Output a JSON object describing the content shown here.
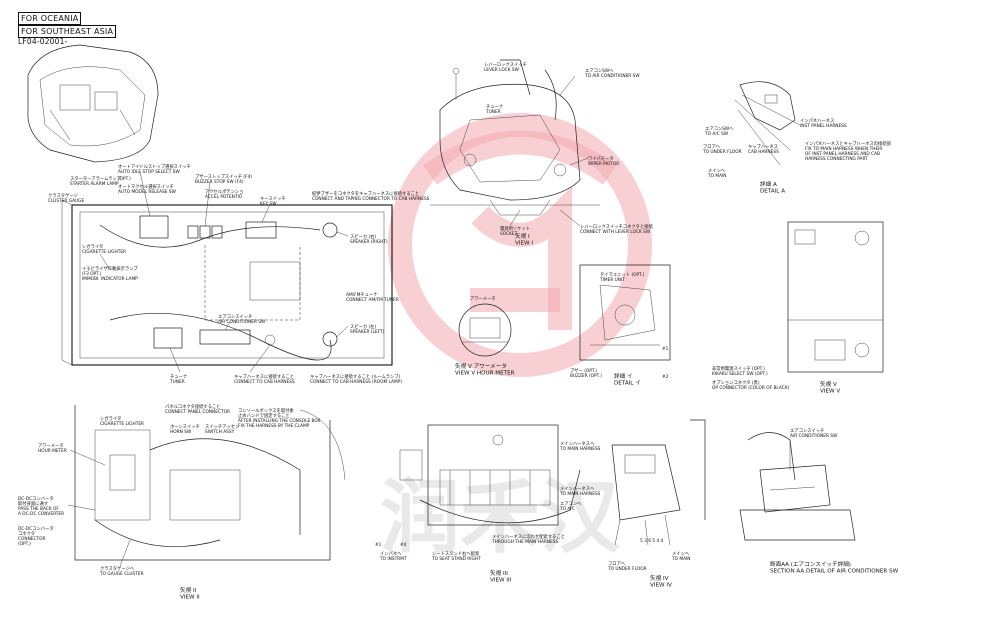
{
  "header": {
    "region_1": "FOR OCEANIA",
    "region_2": "FOR SOUTHEAST ASIA",
    "serial": "LF04-02001-"
  },
  "main_panel": {
    "starter_alarm_lamp": "スターターアラームランプ\nSTARTER ALARM LAMP",
    "auto_idle_switch": "オートアイドルストップ選択スイッチ\nAUTO IDLE STOP SELECT SW",
    "opt_1": "(OPT.)",
    "buzzer_stop_switch": "ブザーストップスイッチ (F4)\nBUZZER STOP SW (F4)",
    "auto_model_switch": "オートマクセル選択スイッチ\nAUTO MODEL RELEASE SW",
    "accel_potentio": "アクセルポテンショ\nACCEL POTENTIO",
    "key_switch": "キースイッチ\nKEY SW",
    "cluster_gauge": "クラスタゲージ\nCLUSTER GAUGE",
    "cigarette_lighter": "シガライタ\nCIGARETTE LIGHTER",
    "immobilizer_lamp": "イモビライザ作動表示ランプ\n(F3 OPT.)\nIMMOBI. INDICATOR LAMP",
    "speaker_right": "スピーカ (右)\nSPEAKER (RIGHT)",
    "speaker_left": "スピーカ (左)\nSPEAKER (LEFT)",
    "am_fm_tuner": "AM/FMチューナ\nCONNECT AM/FM TUNER",
    "aircon_switch": "エアコンスイッチ\nAIR CONDITIONER SW",
    "tuner": "チューナ\nTUNER",
    "connect_cab_harness": "キャブハーネスに接続すること\nCONNECT TO CAB HARNESS",
    "connect_roof_lamp": "キャブハーネスに接続すること (ルームランプ)\nCONNECT TO CAB HARNESS (ROOM LAMP)",
    "connect_taping": "紀伊ブザーをコネクタをキャブハーネスに接続すること\nCONNECT AND TAPING CONNECTOR TO CAB HARNESS"
  },
  "view_1": {
    "lever_lock_switch": "レバーロックスイッチ\nLEVER LOCK SW",
    "to_aircon_sw": "エアコンSWへ\nTO AIR CONDITIONER SW",
    "tuner": "チューナ\nTUNER",
    "wiper_motor": "ワイパモータ\nWIPER MOTOR",
    "socket": "電源用ソケット\nSOCKET",
    "connect_lever_lock": "レバーロックスイッチコネクタと接続\nCONNECT WITH LEVER LOCK SW",
    "caption": "矢視 I\nVIEW I"
  },
  "detail_a": {
    "aircon_sw": "エアコンSWへ\nTO A/C SW",
    "inst_panel_harness": "インパネハーネス\nINST PANEL HARNESS",
    "to_under_floor": "フロアへ\nTO UNDER FLOOR",
    "cab_harness": "キャブハーネス\nCAB HARNESS",
    "to_main": "メインへ\nTO MAIN",
    "fix_note": "インパネハーネスとキャブハーネスの接続部\nFIX TO MAIN HARNESS WHEN THEIR\nOF INST PANEL HARNESS AND CAB\nHARNESS CONNECTING PART",
    "caption": "詳細 A\nDETAIL A"
  },
  "view_5": {
    "hour_meter": "アワーメータ",
    "caption": "矢視 V  アワーメータ\nVIEW V HOUR METER"
  },
  "detail_i": {
    "timer_unit": "タイマユニット (OPT.)\nTIMER UNIT",
    "buzzer": "ブザー (OPT.)\nBUZZER (OPT.)",
    "caption": "詳細 イ\nDETAIL イ",
    "m1": "#1",
    "m2": "#2"
  },
  "view_v": {
    "key_switch_opt": "非常用電源スイッチ (OPT.)\nKIKAKU SELECT SW (OPT.)",
    "opt_connector": "オプションコネクタ (黒)\nOP CONNECTOR (COLOR OF BLACK)",
    "caption": "矢視 V\nVIEW V"
  },
  "view_2": {
    "connect_panel_connector": "パネルコネクタ接続すること\nCONNECT PANEL CONNECTOR",
    "cigarette_lighter": "シガライタ\nCIGARETTE LIGHTER",
    "horn_switch": "ホーンスイッチ\nHORN SW",
    "switch_assy": "スイッチアッセン\nSWITCH ASSY",
    "console_note": "コンソールボックスを取付後\n止めバンドで固定すること\nAFTER INSTALLING THE CONSOLE BOX\nFIX THE HARNESS BY THE CLAMP",
    "hour_meter": "アワーメータ\nHOUR METER",
    "dc_dc_note": "DC-DCコンバータ\n取付背面に通す\nPASS THE BACK OF\nA DC-DC CONVERTER",
    "dc_dc_connector": "DC-DCコンバータ\nコネクタ\nCONNECTOR\n(OPT.)",
    "to_cluster": "クラスタゲージへ\nTO GAUGE CLUSTER",
    "caption": "矢視 II\nVIEW II"
  },
  "view_3": {
    "main_harness": "メインハーネスへ\nTO MAIN HARNESS",
    "main_harness_2": "メインハーネスへ\nTO MAIN HARNESS",
    "to_ac": "エアコンへ\nTO A/C",
    "pass_note": "メインハーネスに沿わせ配索すること\nTHROUGH THE MAIN HARNESS",
    "seat_stand": "シートスタンド右へ配索\nTO SEAT STAND RIGHT",
    "to_instrument": "インパネへ\nTO INSTRMT",
    "caption": "矢視 III\nVIEW III",
    "m4": "#4",
    "m1": "#1"
  },
  "view_4": {
    "to_main": "メインへ\nTO MAIN",
    "to_under_floor": "フロアへ\nTO UNDER FLOOR",
    "caption": "矢視 IV\nVIEW IV",
    "marks": "5 3 6 5 4 4"
  },
  "section_aa": {
    "aircon_switch": "エアコンスイッチ\nAIR CONDITIONER SW",
    "caption": "断面AA  (エアコンスイッチ詳細)\nSECTION AA  DETAIL OF AIR CONDITIONER SW"
  },
  "watermark": {
    "text": "润禾汉"
  }
}
